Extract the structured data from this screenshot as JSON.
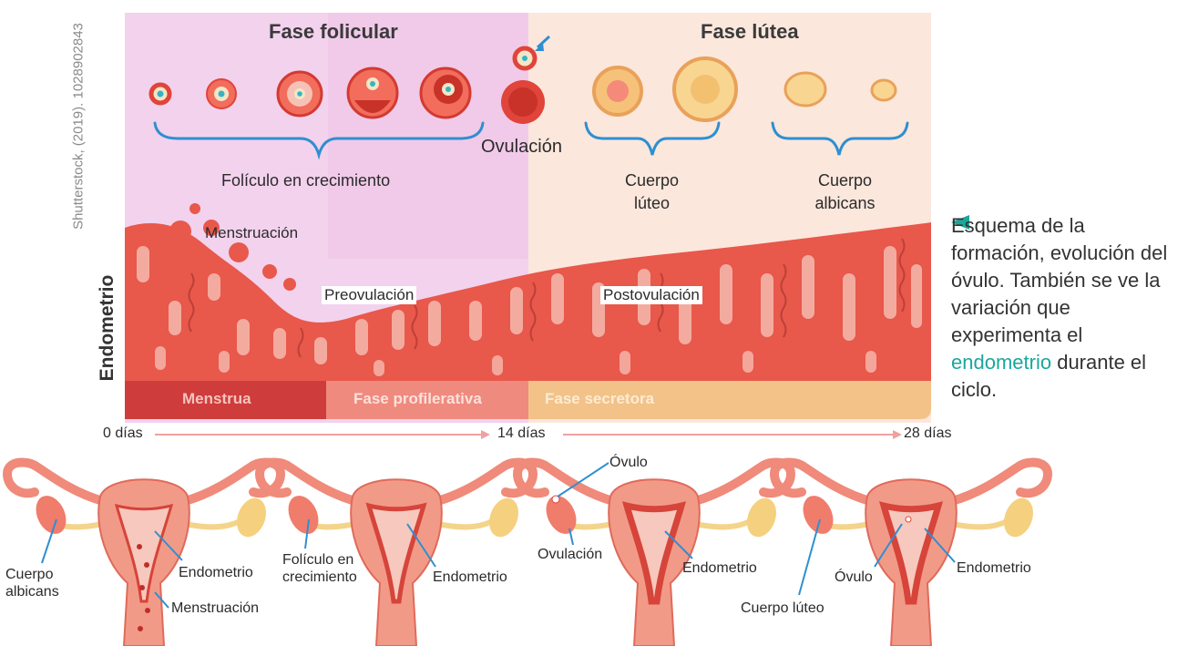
{
  "credit": "Shutterstock, (2019). 1028902843",
  "phases": {
    "follicular": "Fase folicular",
    "luteal": "Fase lútea"
  },
  "labels": {
    "ovulation": "Ovulación",
    "growing_follicle": "Folículo en crecimiento",
    "corpus_luteum_l1": "Cuerpo",
    "corpus_luteum_l2": "lúteo",
    "corpus_albicans_l1": "Cuerpo",
    "corpus_albicans_l2": "albicans",
    "menstruation": "Menstruación",
    "preovulation": "Preovulación",
    "postovulation": "Postovulación",
    "endometrium_axis": "Endometrio"
  },
  "bands": {
    "menstrual": "Menstrua",
    "proliferative": "Fase profilerativa",
    "secretory": "Fase secretora"
  },
  "timeline": {
    "start": "0 días",
    "mid": "14 días",
    "end": "28 días"
  },
  "caption": {
    "text_before": "Esquema de la formación, evolución del óvulo. También se ve la variación que experimenta el",
    "highlight": "endometrio",
    "text_after": "durante el ciclo."
  },
  "uterus_labels": {
    "u1_a": "Cuerpo\nalbicans",
    "u1_b": "Endometrio",
    "u1_c": "Menstruación",
    "u2_a": "Folículo en\ncrecimiento",
    "u2_b": "Endometrio",
    "u3_a": "Óvulo",
    "u3_b": "Ovulación",
    "u3_c": "Endometrio",
    "u4_a": "Óvulo",
    "u4_b": "Endometrio",
    "u4_c": "Cuerpo lúteo"
  },
  "colors": {
    "follicular_bg": "#f3d2ee",
    "luteal_bg": "#fbe7dc",
    "tissue": "#e8584b",
    "band_menstrual": "#cf3c3c",
    "band_proliferative": "#ef8a7e",
    "band_secretory": "#f3c288",
    "bracket": "#2f8fd0",
    "highlight": "#1aa79c"
  }
}
